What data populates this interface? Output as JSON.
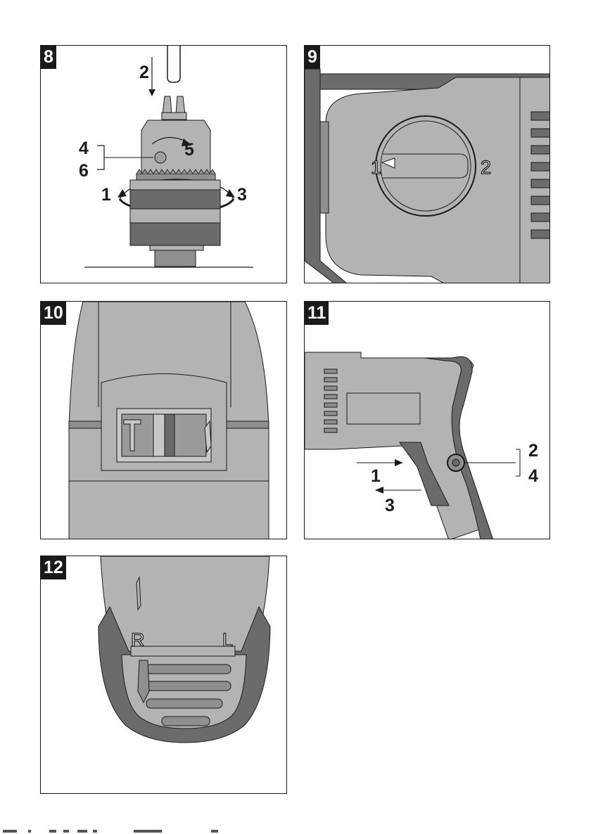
{
  "figures": [
    {
      "number": "8",
      "callouts": [
        "1",
        "2",
        "3",
        "4",
        "5",
        "6"
      ]
    },
    {
      "number": "9",
      "switch_labels": [
        "1",
        "2"
      ]
    },
    {
      "number": "10"
    },
    {
      "number": "11",
      "callouts": [
        "1",
        "2",
        "3",
        "4"
      ]
    },
    {
      "number": "12",
      "direction_labels": [
        "R",
        "L"
      ]
    }
  ],
  "colors": {
    "ink": "#1a1a1a",
    "tool_gray": "#b3b3b3",
    "dark_gray": "#6b6b6b",
    "mid_gray": "#8f8f8f",
    "light_gray": "#c8c8c8"
  }
}
